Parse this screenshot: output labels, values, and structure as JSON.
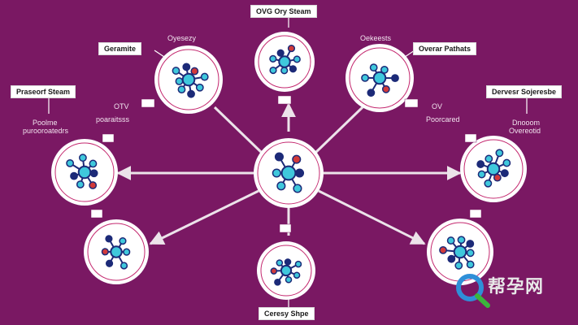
{
  "colors": {
    "background": "#7a1863",
    "node_fill": "#ffffff",
    "node_ring": "#c4286f",
    "arrow": "#e8dde6",
    "atom_cyan": "#3fc8dc",
    "atom_navy": "#1c2a78",
    "atom_red": "#d23a3a"
  },
  "labels": {
    "top": "OVG Ory Steam",
    "top_left": "Geramite",
    "left_upper": "Praseorf Steam",
    "top_right": "Overar Pathats",
    "right_upper": "Dervesr Sojeresbe",
    "bottom": "Ceresy Shpe"
  },
  "annotations": {
    "top_left_small": "Oyesezy",
    "top_right_small": "Oekeests",
    "left_line1": "Poolme",
    "left_line2": "purooroatedrs",
    "mid_left_line1": "OTV",
    "mid_left_line2": "poaraitsss",
    "mid_right_line1": "OV",
    "mid_right_line2": "Poorcared",
    "right_line1": "Dnooom",
    "right_line2": "Overeotid"
  },
  "nodes": [
    {
      "name": "center"
    },
    {
      "name": "top"
    },
    {
      "name": "top-left"
    },
    {
      "name": "top-right"
    },
    {
      "name": "left"
    },
    {
      "name": "right"
    },
    {
      "name": "bottom-left"
    },
    {
      "name": "bottom"
    },
    {
      "name": "bottom-right"
    }
  ],
  "watermark": {
    "text": "帮孕网",
    "icon": "magnifier-logo-icon"
  }
}
